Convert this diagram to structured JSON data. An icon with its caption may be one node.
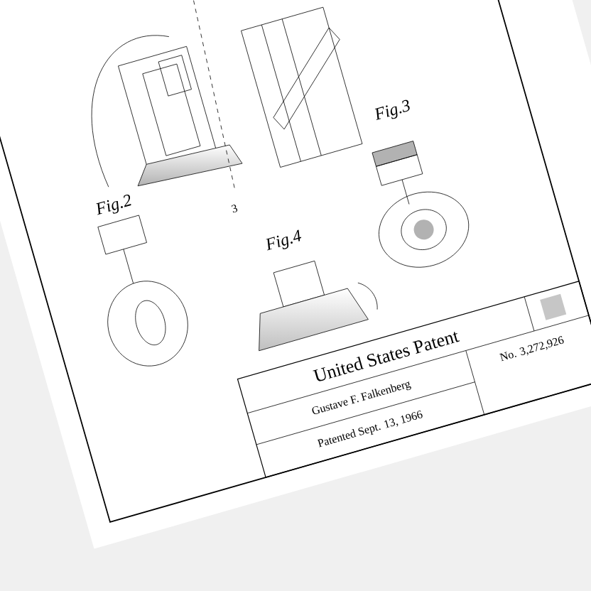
{
  "diagram": {
    "title": "United States Patent",
    "labels": [
      "Fig.2",
      "Fig.3",
      "Fig.4",
      "3",
      "Gustave F. Falkenberg",
      "No. 3,272,926",
      "Patented Sept. 13, 1966"
    ]
  }
}
